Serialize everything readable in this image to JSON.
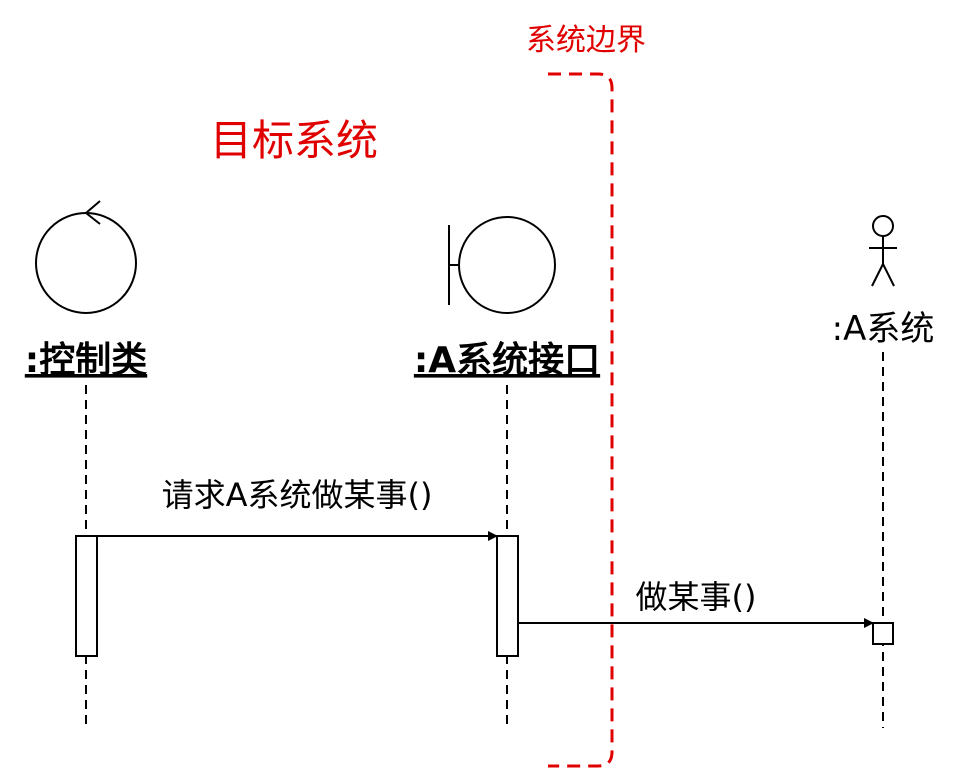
{
  "boundary_label": "系统边界",
  "system_title": "目标系统",
  "participants": {
    "control": {
      "name": ":控制类",
      "icon": "control-icon"
    },
    "interface": {
      "name": ":A系统接口",
      "icon": "boundary-icon"
    },
    "actor": {
      "name": ":A系统",
      "icon": "actor-icon"
    }
  },
  "messages": [
    {
      "label": "请求A系统做某事()",
      "from": "control",
      "to": "interface"
    },
    {
      "label": "做某事()",
      "from": "interface",
      "to": "actor"
    }
  ],
  "colors": {
    "boundary": "#e00000",
    "title": "#e00000",
    "line": "#000000"
  }
}
